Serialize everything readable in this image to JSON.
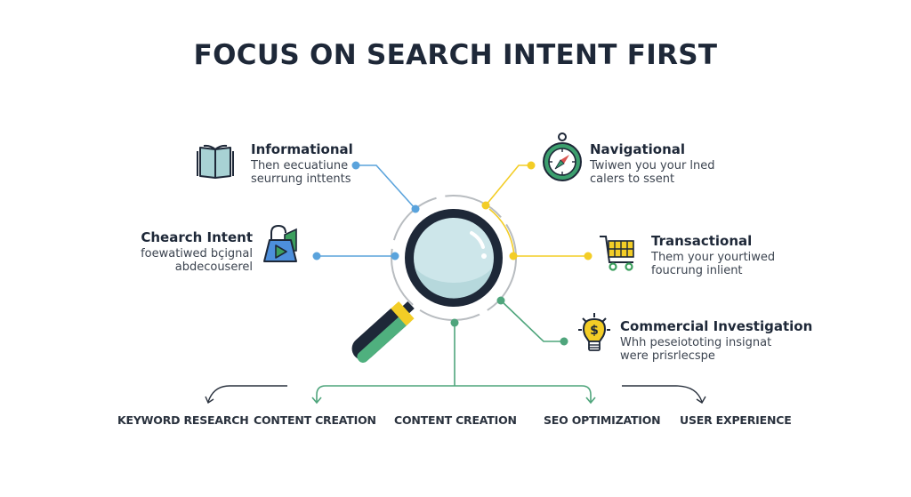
{
  "title": "FOCUS ON SEARCH INTENT FIRST",
  "colors": {
    "blue": "#5aa3dc",
    "yellow": "#f3cd26",
    "green": "#4fa57c",
    "dark": "#1e2838",
    "lens": "#cde6ea",
    "ring": "#b8bcc0"
  },
  "center": {
    "icon": "magnifying-glass-icon"
  },
  "nodes": {
    "informational": {
      "title": "Informational",
      "line1": "Then eecuatiune",
      "line2": "seurrung inttents",
      "icon": "open-book-icon"
    },
    "search_intent": {
      "title": "Chearch Intent",
      "line1": "foewatiwed bçignal",
      "line2": "abdecouserel",
      "icon": "shopping-bag-play-icon"
    },
    "navigational": {
      "title": "Navigational",
      "line1": "Twiwen you your lned",
      "line2": "calers to ssent",
      "icon": "compass-icon"
    },
    "transactional": {
      "title": "Transactional",
      "line1": "Them your yourtiwed",
      "line2": "foucrung inlient",
      "icon": "shopping-cart-icon"
    },
    "commercial": {
      "title": "Commercial Investigation",
      "line1": "Whh peseiototing insignat",
      "line2": "were prisrlecspe",
      "icon": "lightbulb-dollar-icon"
    }
  },
  "bottom": [
    {
      "label": "KEYWORD RESEARCH"
    },
    {
      "label": "CONTENT CREATION"
    },
    {
      "label": "CONTENT CREATION"
    },
    {
      "label": "SEO OPTIMIZATION"
    },
    {
      "label": "USER EXPERIENCE"
    }
  ]
}
